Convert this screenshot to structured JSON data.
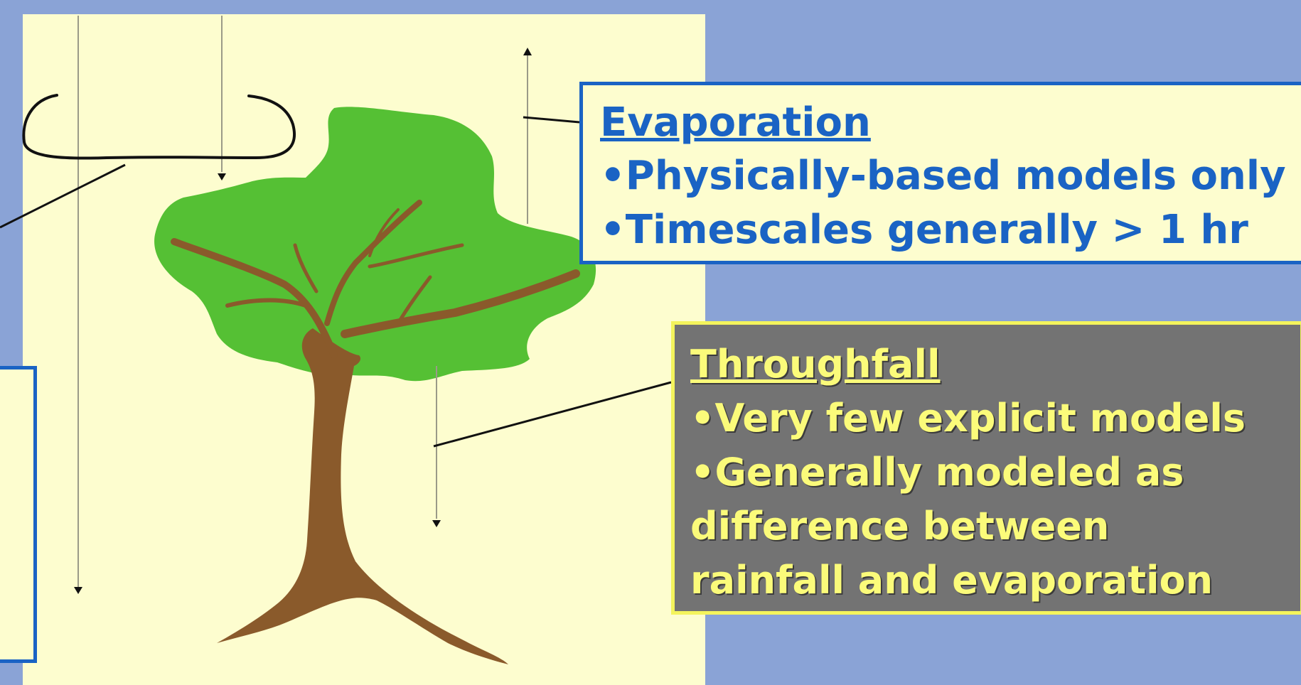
{
  "colors": {
    "slide_background": "#8aa3d6",
    "panel_background": "#fdfdcf",
    "evaporation_border": "#1a63c4",
    "evaporation_text": "#1a63c4",
    "throughfall_background": "#737373",
    "throughfall_border": "#f4f45c",
    "throughfall_text": "#fbfb7a",
    "canopy_green": "#55c034",
    "trunk_brown": "#8a5a2b"
  },
  "evaporation": {
    "heading": "Evaporation",
    "bullets": [
      "•Physically-based models only",
      "•Timescales generally > 1 hr"
    ]
  },
  "throughfall": {
    "heading": "Throughfall",
    "lines": [
      "•Very few explicit models",
      "•Generally modeled as",
      "difference between",
      "rainfall and evaporation"
    ]
  }
}
